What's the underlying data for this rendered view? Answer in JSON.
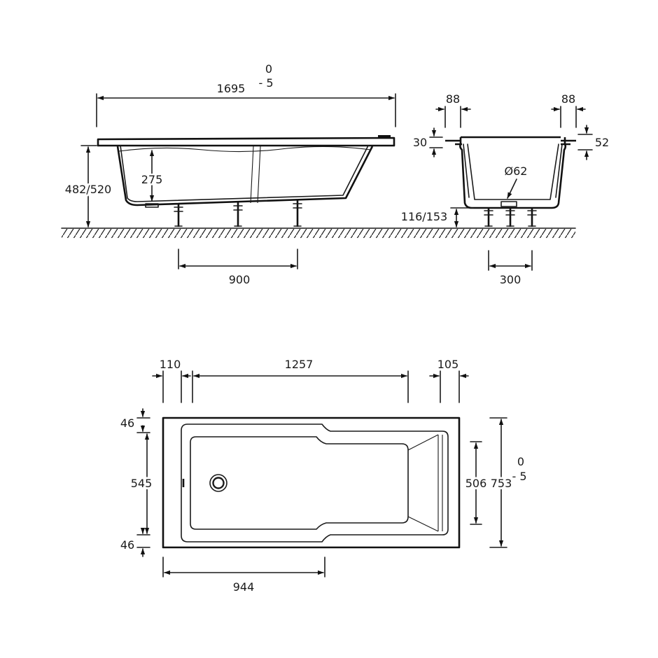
{
  "side_view": {
    "length": "1695",
    "length_tol_upper": "0",
    "length_tol_lower": "- 5",
    "height": "482/520",
    "water_depth": "275",
    "leg_spacing": "900"
  },
  "end_view": {
    "rim_left": "88",
    "rim_right": "88",
    "rim_thickness_left": "30",
    "rim_thickness_right": "52",
    "drain_diameter": "Ø62",
    "clearance": "116/153",
    "leg_spacing": "300"
  },
  "top_view": {
    "left_margin": "110",
    "inner_length": "1257",
    "right_margin": "105",
    "top_margin": "46",
    "inner_width": "545",
    "bottom_margin": "46",
    "head_width": "506",
    "overall_width": "753",
    "width_tol_upper": "0",
    "width_tol_lower": "- 5",
    "step_length": "944"
  }
}
